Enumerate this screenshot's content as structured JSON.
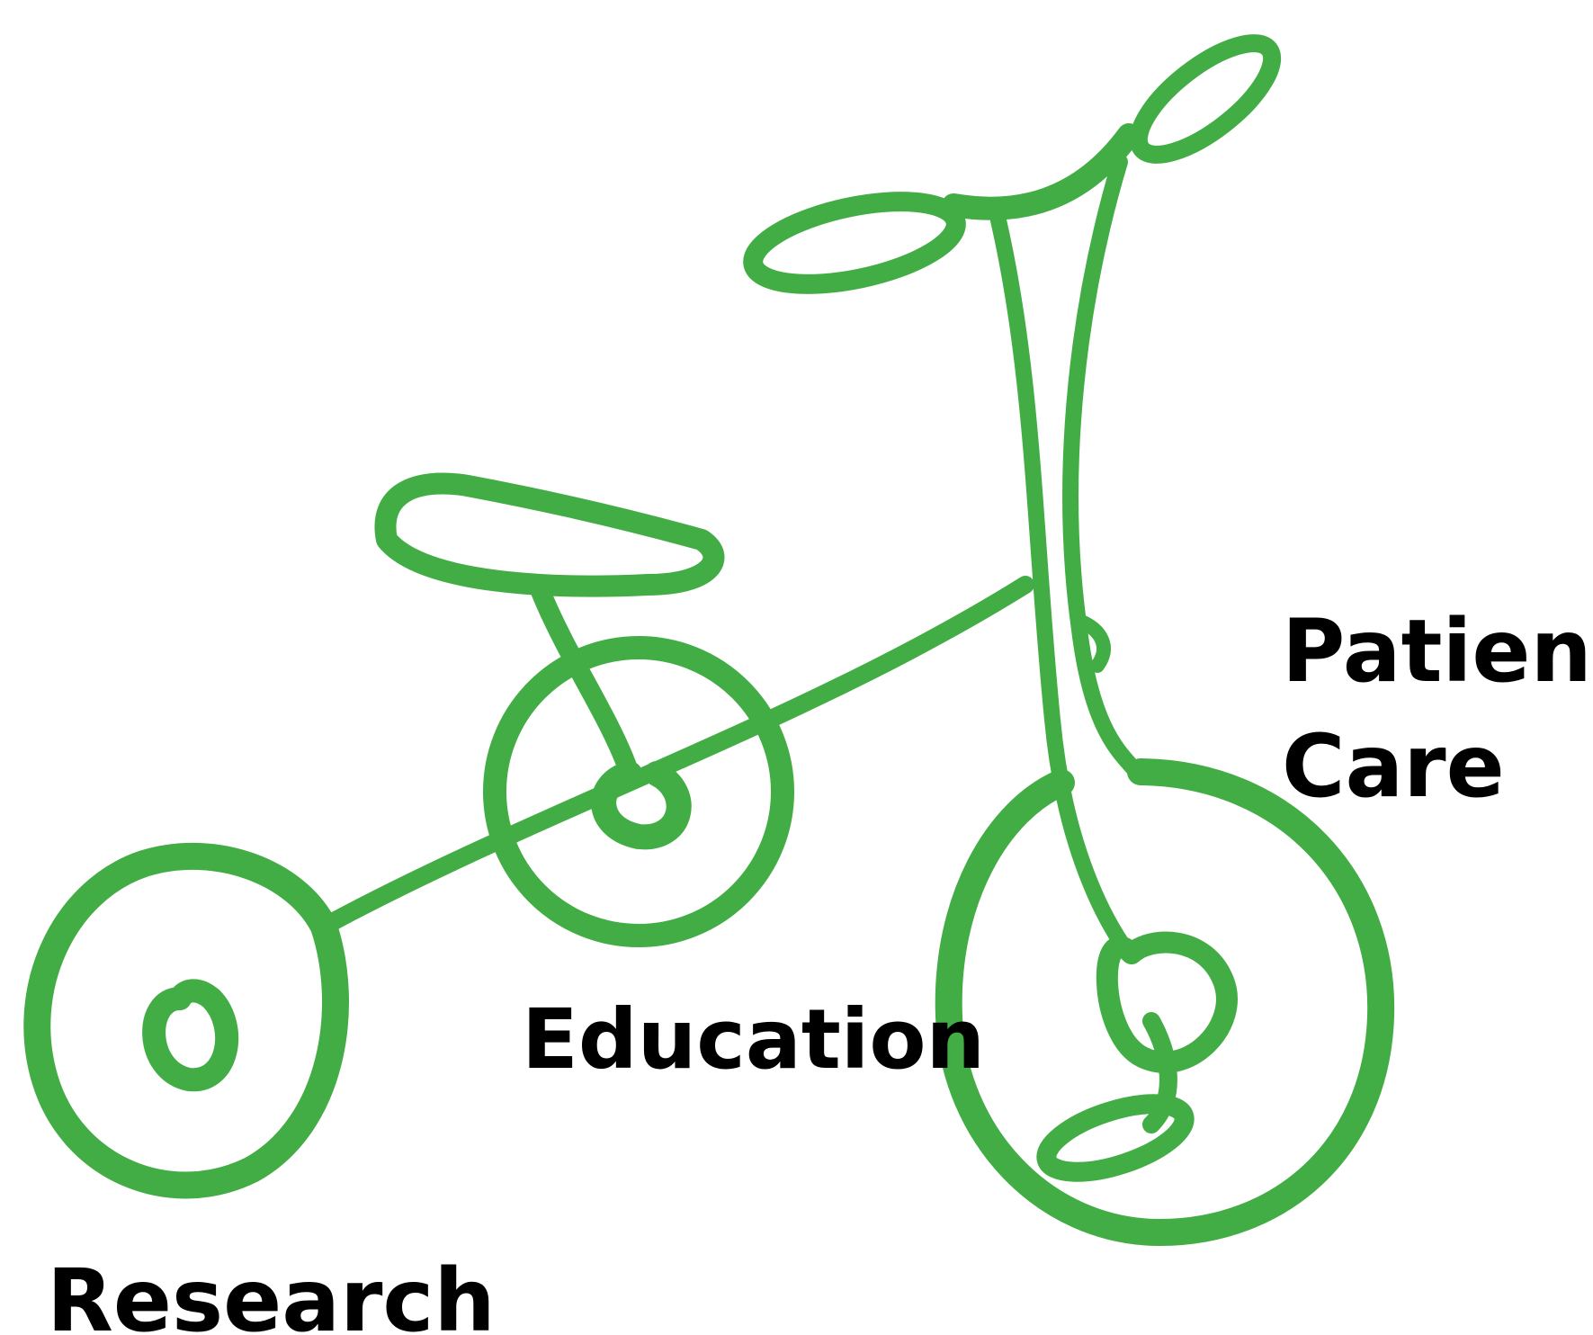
{
  "colors": {
    "tricycle_green": "#43ad45",
    "text": "#000000",
    "background": "#ffffff"
  },
  "labels": {
    "patient": "Patient",
    "care": "Care",
    "education": "Education",
    "research": "Research"
  }
}
